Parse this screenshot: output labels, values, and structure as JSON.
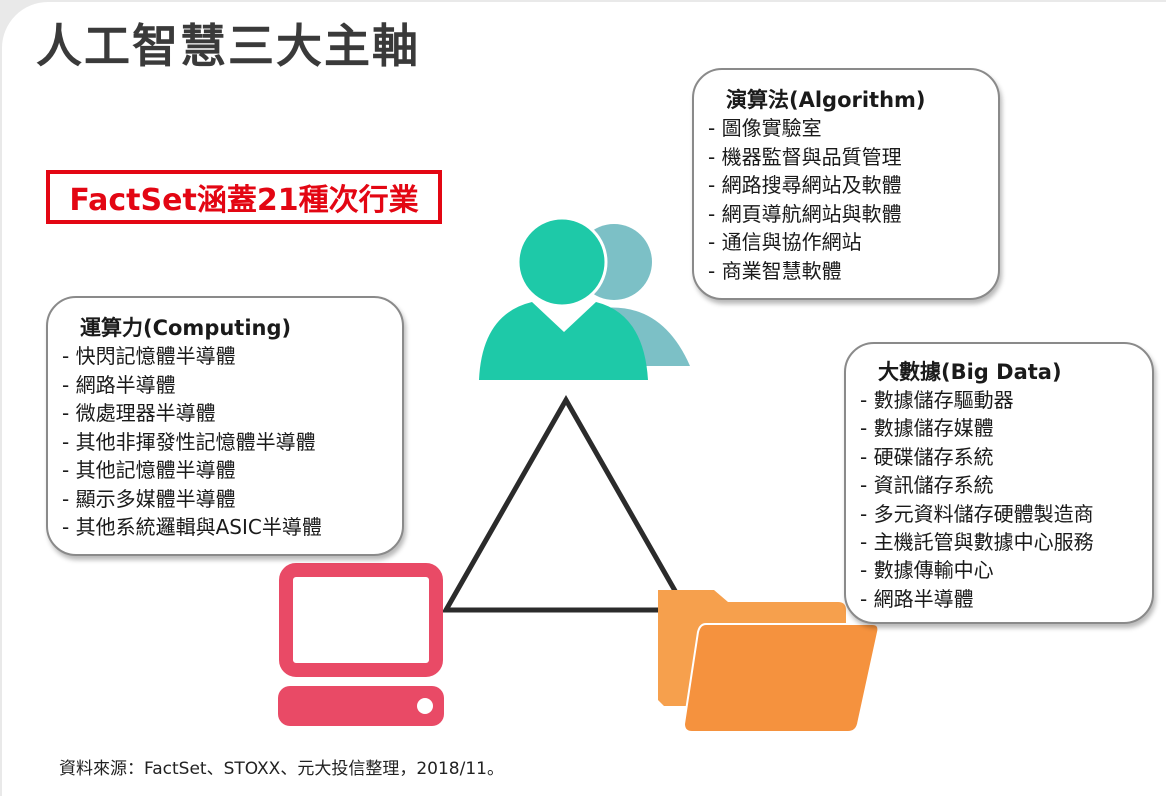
{
  "title": "人工智慧三大主軸",
  "factset_label": "FactSet涵蓋21種次行業",
  "algorithm": {
    "title": "演算法(Algorithm)",
    "items": [
      "圖像實驗室",
      "機器監督與品質管理",
      "網路搜尋網站及軟體",
      "網頁導航網站與軟體",
      "通信與協作網站",
      "商業智慧軟體"
    ]
  },
  "computing": {
    "title": "運算力(Computing)",
    "items": [
      "快閃記憶體半導體",
      "網路半導體",
      "微處理器半導體",
      "其他非揮發性記憶體半導體",
      "其他記憶體半導體",
      "顯示多媒體半導體",
      "其他系統邏輯與ASIC半導體"
    ]
  },
  "bigdata": {
    "title": "大數據(Big Data)",
    "items": [
      "數據儲存驅動器",
      "數據儲存媒體",
      "硬碟儲存系統",
      "資訊儲存系統",
      "多元資料儲存硬體製造商",
      "主機託管與數據中心服務",
      "數據傳輸中心",
      "網路半導體"
    ]
  },
  "source": "資料來源：FactSet、STOXX、元大投信整理，2018/11。",
  "colors": {
    "title_text": "#3a3a3a",
    "highlight_red": "#e30613",
    "users_front": "#1ec9a8",
    "users_back": "#7cc0c6",
    "computer": "#e94a66",
    "folder_back": "#f6a04d",
    "folder_front": "#f5923e",
    "triangle": "#2b2b2b"
  },
  "icons": [
    "users-icon",
    "computer-icon",
    "folder-icon"
  ]
}
